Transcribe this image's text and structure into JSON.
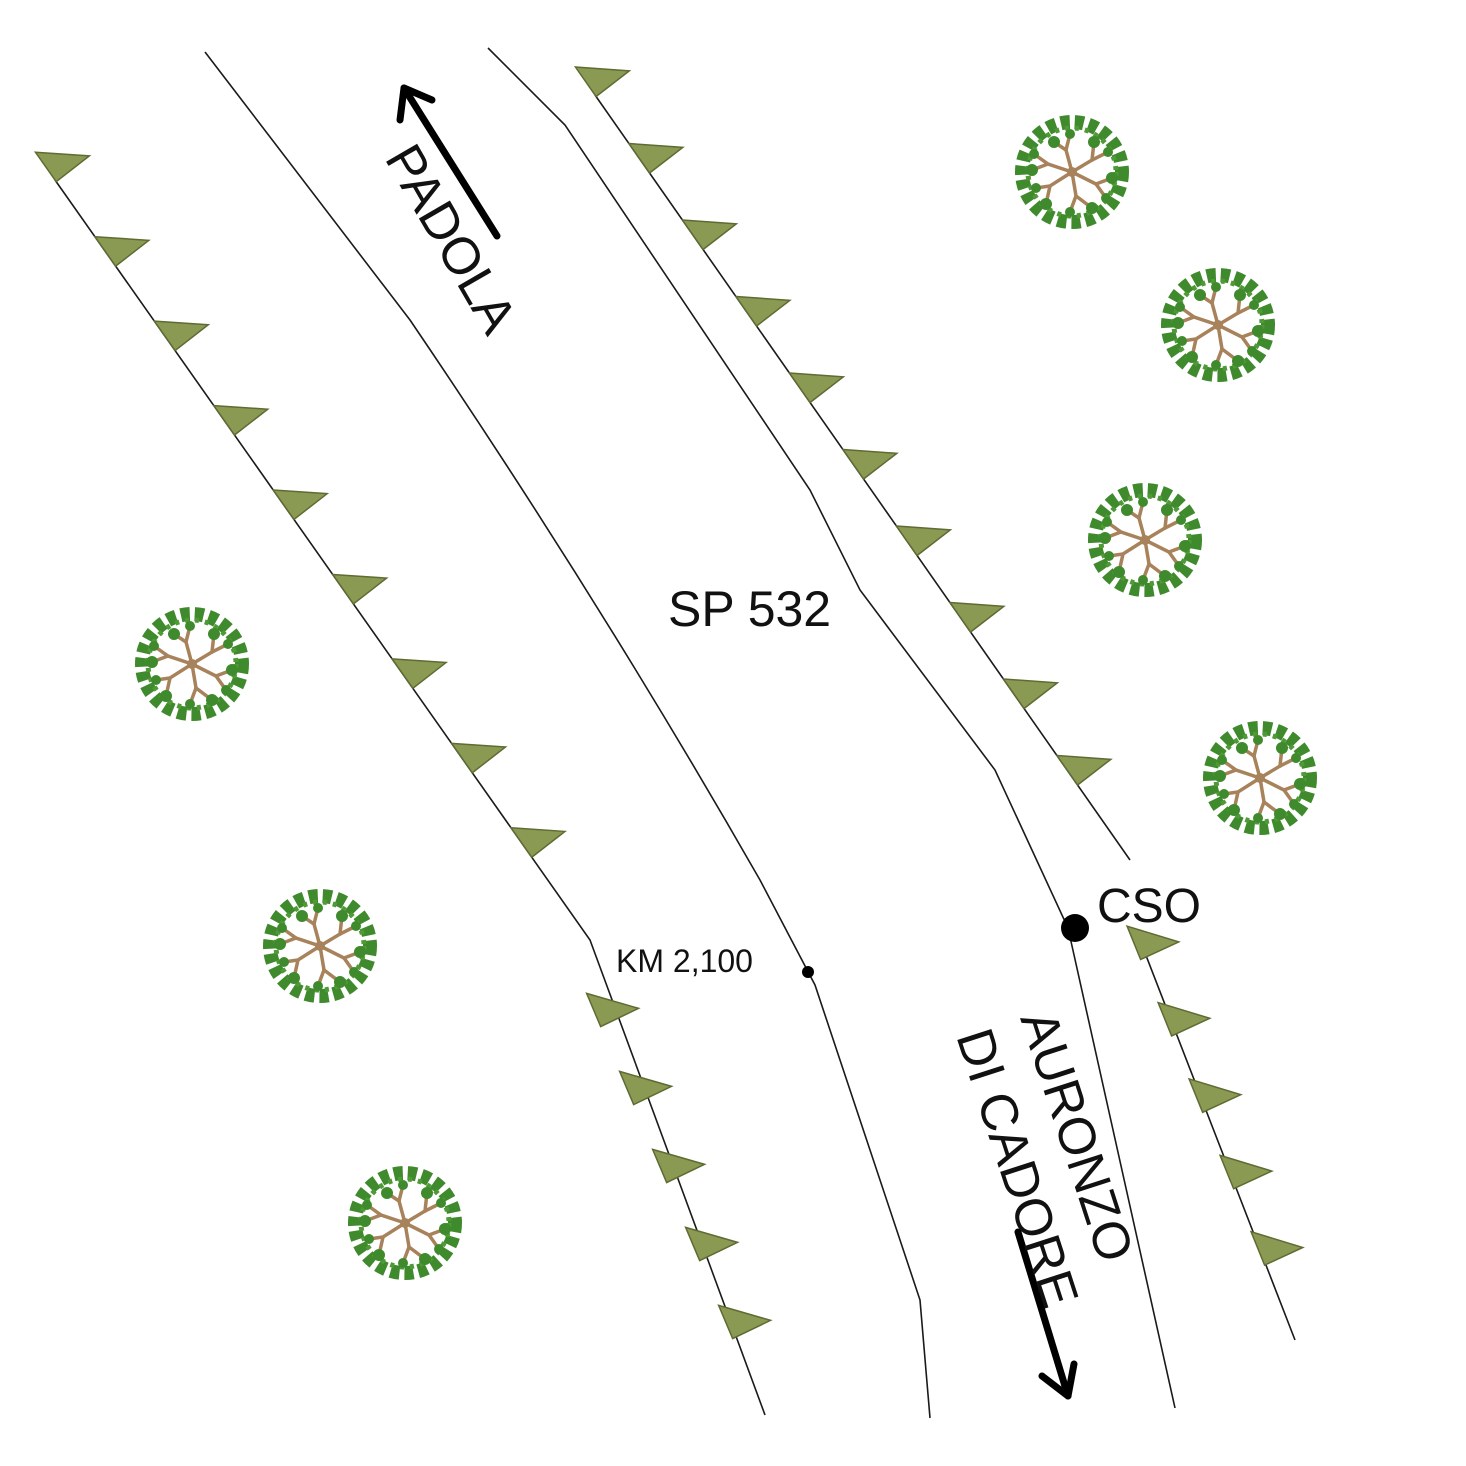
{
  "labels": {
    "road_name": "SP 532",
    "direction_north": "PADOLA",
    "direction_south_line1": "AURONZO",
    "direction_south_line2": "DI CADORE",
    "kilometer_marker": "KM 2,100",
    "point_marker": "CSO"
  },
  "colors": {
    "line": "#1a1a1a",
    "embankment_triangle": "#8a9a52",
    "embankment_triangle_stroke": "#5e6b33",
    "tree_foliage": "#3f8a2c",
    "tree_branches": "#a7825a",
    "text": "#111111"
  },
  "icons": {
    "tree": "tree-symbol-icon",
    "embankment": "embankment-triangle-icon",
    "arrow": "direction-arrow-icon",
    "point": "survey-point-icon"
  }
}
